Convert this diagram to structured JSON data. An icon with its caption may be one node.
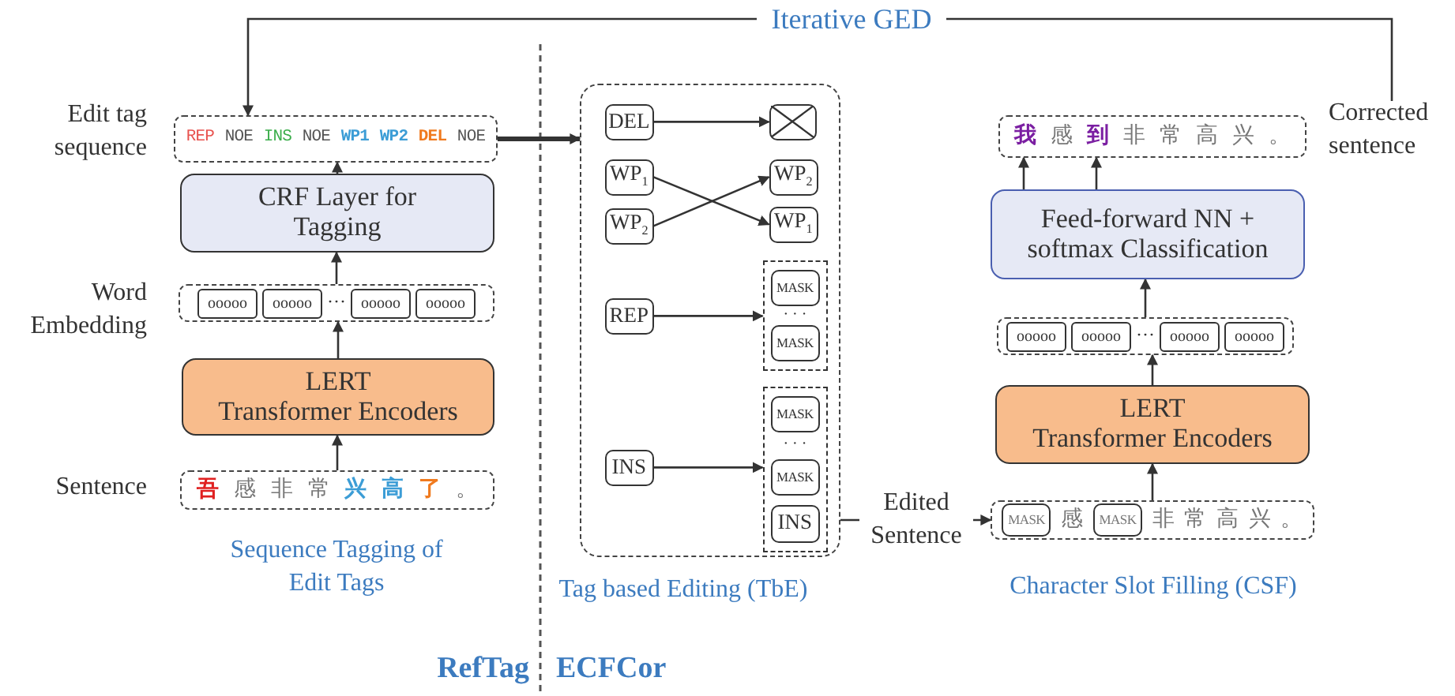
{
  "diagram": {
    "nodes": [
      {
        "text": [
          "REP",
          "NOE",
          "INS",
          "NOE",
          "WP1",
          "WP2",
          "DEL",
          "NOE"
        ],
        "beside": [
          "Edit tag sequence"
        ]
      },
      {
        "text": [
          "CRF Layer for Tagging"
        ]
      },
      {
        "text": [
          "···"
        ],
        "beside": [
          "Word Embedding"
        ]
      },
      {
        "text": [
          "ooooo"
        ],
        "in": 2
      },
      {
        "text": [
          "ooooo"
        ],
        "in": 2
      },
      {
        "text": [
          "ooooo"
        ],
        "in": 2
      },
      {
        "text": [
          "ooooo"
        ],
        "in": 2
      },
      {
        "text": [
          "LERT",
          "Transformer Encoders"
        ]
      },
      {
        "text": [
          "吾",
          "感",
          "非",
          "常",
          "兴",
          "高",
          "了",
          "。"
        ],
        "beside": [
          "Sentence"
        ]
      },
      {
        "text": [],
        "shape": "box",
        "beside": [
          "Tag based Editing (TbE)"
        ]
      },
      {
        "text": [
          "DEL"
        ],
        "in": 9
      },
      {
        "text": [],
        "shape": "box",
        "in": 9
      },
      {
        "text": [
          "WP$_{1}$"
        ],
        "in": 9
      },
      {
        "text": [
          "WP$_{2}$"
        ],
        "in": 9
      },
      {
        "text": [
          "WP$_{2}$"
        ],
        "in": 9
      },
      {
        "text": [
          "WP$_{1}$"
        ],
        "in": 9
      },
      {
        "text": [
          "REP"
        ],
        "in": 9
      },
      {
        "text": [
          "· · ·"
        ],
        "in": 9
      },
      {
        "text": [
          "MASK"
        ],
        "in": 17
      },
      {
        "text": [
          "MASK"
        ],
        "in": 17
      },
      {
        "text": [
          "INS"
        ],
        "in": 9
      },
      {
        "text": [
          "· · ·"
        ],
        "in": 9
      },
      {
        "text": [
          "MASK"
        ],
        "in": 21
      },
      {
        "text": [
          "MASK"
        ],
        "in": 21
      },
      {
        "text": [
          "INS"
        ],
        "in": 21
      },
      {
        "text": [
          "感",
          "非",
          "常",
          "高",
          "兴",
          "。"
        ]
      },
      {
        "text": [
          "MASK"
        ],
        "in": 25
      },
      {
        "text": [
          "MASK"
        ],
        "in": 25
      },
      {
        "text": [
          "LERT",
          "Transformer Encoders"
        ]
      },
      {
        "text": [
          "···"
        ]
      },
      {
        "text": [
          "ooooo"
        ],
        "in": 29
      },
      {
        "text": [
          "ooooo"
        ],
        "in": 29
      },
      {
        "text": [
          "ooooo"
        ],
        "in": 29
      },
      {
        "text": [
          "ooooo"
        ],
        "in": 29
      },
      {
        "text": [
          "Feed-forward NN +",
          "softmax Classification"
        ]
      },
      {
        "text": [
          "我",
          "感",
          "到",
          "非",
          "常",
          "高",
          "兴",
          "。"
        ],
        "beside": [
          "Corrected sentence"
        ]
      }
    ],
    "edges": [
      {
        "from": 8,
        "to": 7,
        "arrow": "to"
      },
      {
        "from": 7,
        "to": 2,
        "arrow": "to"
      },
      {
        "from": 2,
        "to": 1,
        "arrow": "to"
      },
      {
        "from": 1,
        "to": 0,
        "arrow": "to"
      },
      {
        "from": 0,
        "to": 9,
        "arrow": "to",
        "style": "thick"
      },
      {
        "from": 10,
        "to": 11,
        "arrow": "to"
      },
      {
        "from": 12,
        "to": 15,
        "arrow": "to"
      },
      {
        "from": 13,
        "to": 14,
        "arrow": "to"
      },
      {
        "from": 16,
        "to": 17,
        "arrow": "to"
      },
      {
        "from": 20,
        "to": 21,
        "arrow": "to"
      },
      {
        "from": 9,
        "to": 25,
        "arrow": "to",
        "label": "Edited Sentence"
      },
      {
        "from": 25,
        "to": 28,
        "arrow": "to"
      },
      {
        "from": 28,
        "to": 29,
        "arrow": "to"
      },
      {
        "from": 29,
        "to": 34,
        "arrow": "to"
      },
      {
        "from": 34,
        "to": 35,
        "arrow": "to"
      },
      {
        "from": 34,
        "to": 35,
        "arrow": "to"
      },
      {
        "from": 35,
        "to": 0,
        "arrow": "to",
        "label": "Iterative GED"
      }
    ],
    "labels": [
      "Sequence Tagging of Edit Tags",
      "Character Slot Filling (CSF)",
      "RefTag",
      "ECFCor"
    ]
  }
}
